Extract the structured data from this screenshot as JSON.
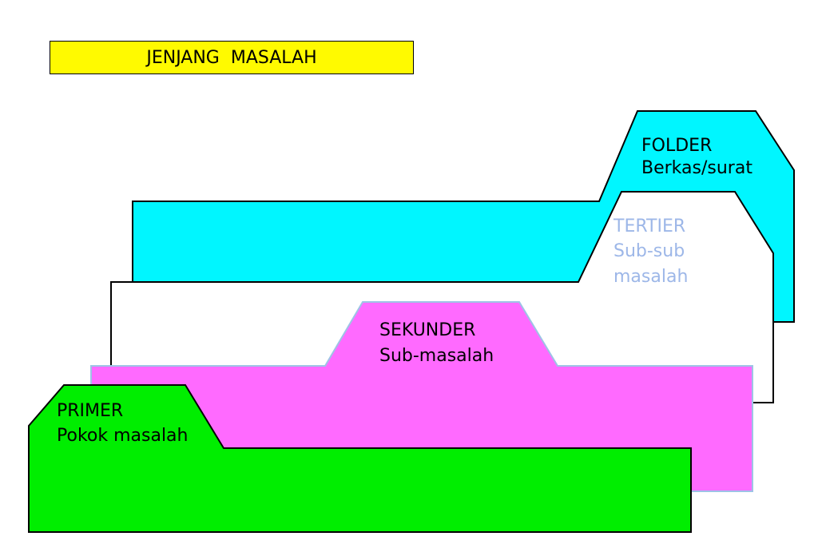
{
  "title": "JENJANG  MASALAH",
  "colors": {
    "title_bg": "#fffa00",
    "folder": "#00f6ff",
    "tertier": "#ffffff",
    "tertier_text": "#9db7e8",
    "sekunder": "#ff6aff",
    "sekunder_border": "#9ec3e6",
    "primer": "#00ee00"
  },
  "levels": {
    "folder": {
      "name": "FOLDER",
      "desc": "Berkas/surat"
    },
    "tertier": {
      "name": "TERTIER",
      "desc_line1": "Sub-sub",
      "desc_line2": "masalah"
    },
    "sekunder": {
      "name": "SEKUNDER",
      "desc": "Sub-masalah"
    },
    "primer": {
      "name": "PRIMER",
      "desc": "Pokok masalah"
    }
  }
}
